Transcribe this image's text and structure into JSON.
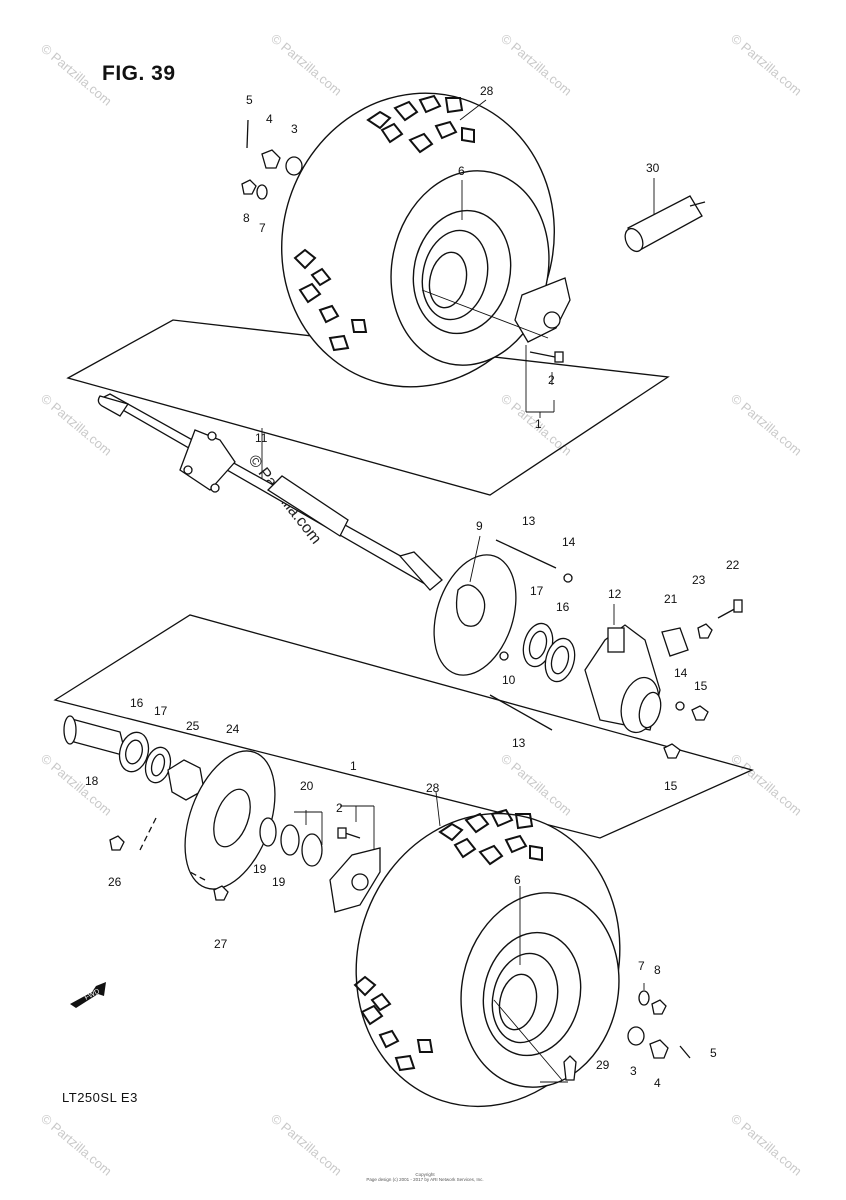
{
  "figure": {
    "title": "FIG. 39",
    "model": "LT250SL  E3"
  },
  "copyright_mark": "© Partzilla.com",
  "watermark_text": "© Partzilla.com",
  "footer": {
    "line1": "Copyright",
    "line2": "Page design (c) 2001 - 2017 by ARI Network Services, Inc."
  },
  "callouts": [
    "1",
    "2",
    "3",
    "4",
    "5",
    "6",
    "7",
    "8",
    "9",
    "10",
    "11",
    "12",
    "13",
    "14",
    "15",
    "16",
    "17",
    "18",
    "19",
    "20",
    "21",
    "22",
    "23",
    "24",
    "25",
    "26",
    "27",
    "28",
    "29",
    "30"
  ],
  "fwd_label": "FWD",
  "colors": {
    "line": "#111111",
    "watermark": "#c9c9c9",
    "background": "#ffffff"
  }
}
